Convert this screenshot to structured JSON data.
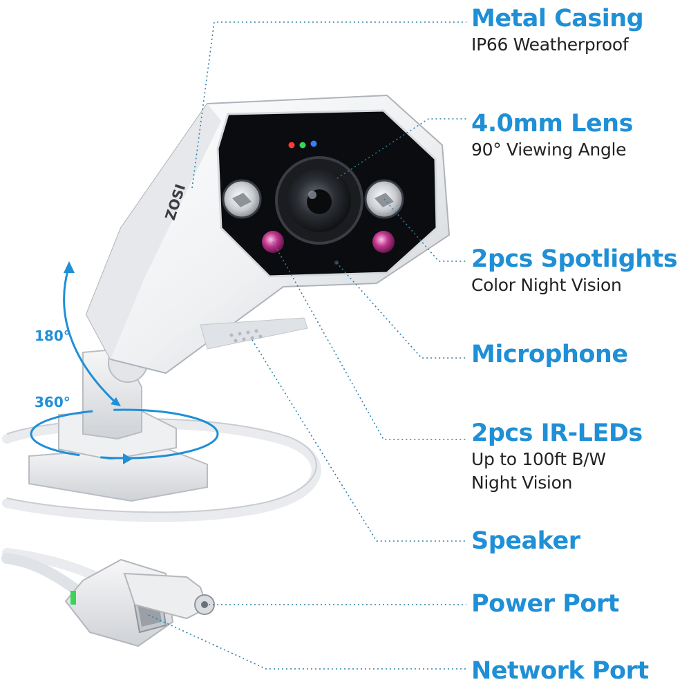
{
  "brand": "ZOSI",
  "accent_color": "#1f8fd6",
  "rotation": {
    "tilt": "180°",
    "pan": "360°"
  },
  "features": [
    {
      "title": "Metal Casing",
      "lines": [
        "IP66 Weatherproof"
      ]
    },
    {
      "title": "4.0mm Lens",
      "lines": [
        "90° Viewing Angle"
      ]
    },
    {
      "title": "2pcs Spotlights",
      "lines": [
        "Color Night Vision"
      ]
    },
    {
      "title": "Microphone",
      "lines": []
    },
    {
      "title": "2pcs IR-LEDs",
      "lines": [
        "Up to 100ft B/W",
        "Night Vision"
      ]
    },
    {
      "title": "Speaker",
      "lines": []
    },
    {
      "title": "Power Port",
      "lines": []
    },
    {
      "title": "Network Port",
      "lines": []
    }
  ]
}
